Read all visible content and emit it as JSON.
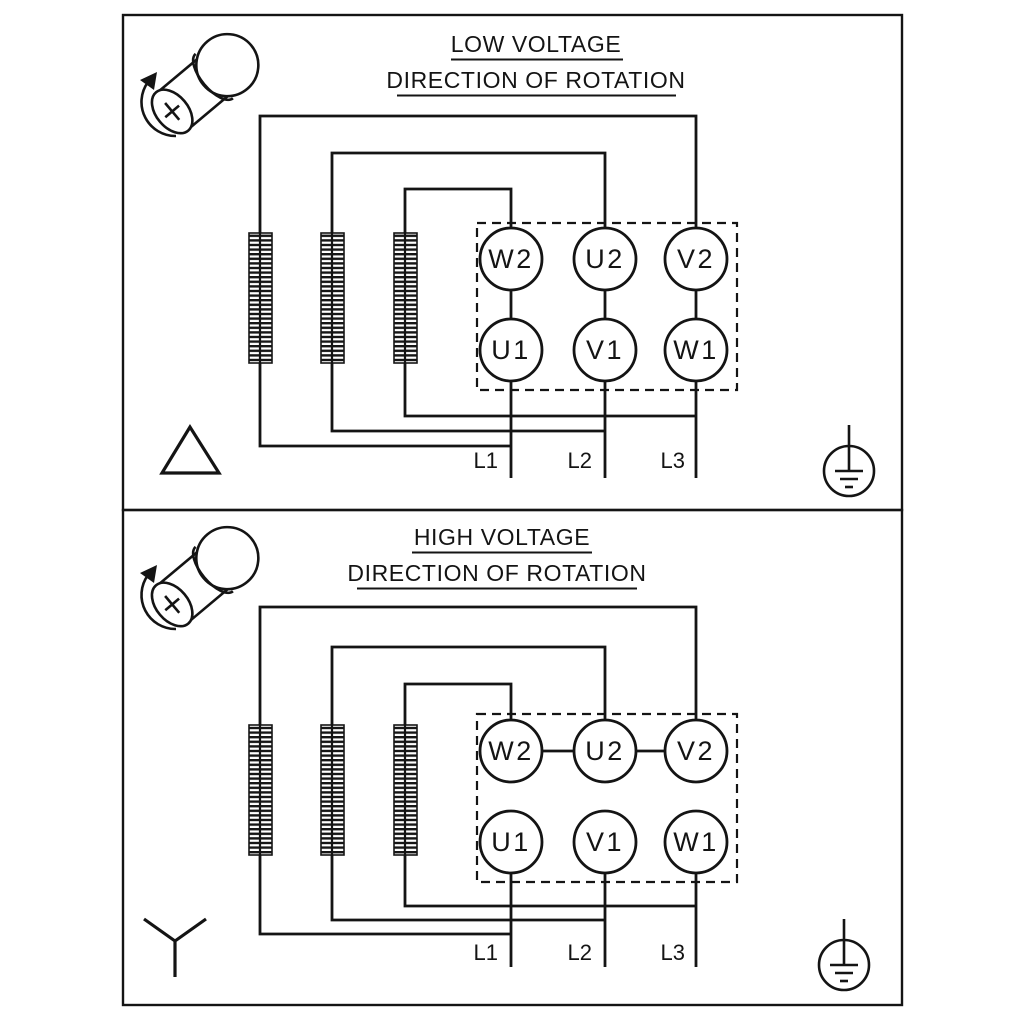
{
  "figure": {
    "type": "motor-wiring-diagram",
    "background": "#ffffff",
    "line_color": "#141414"
  },
  "panels": [
    {
      "name": "low-voltage",
      "title": "LOW VOLTAGE",
      "subtitle": "DIRECTION OF ROTATION",
      "connection": "delta",
      "terminals_top": [
        "W2",
        "U2",
        "V2"
      ],
      "terminals_bottom": [
        "U1",
        "V1",
        "W1"
      ],
      "supply_lines": [
        "L1",
        "L2",
        "L3"
      ],
      "icons": {
        "rotation": "motor-rotation-icon",
        "connection": "delta-symbol",
        "ground": "earth-ground-icon"
      }
    },
    {
      "name": "high-voltage",
      "title": "HIGH VOLTAGE",
      "subtitle": "DIRECTION OF ROTATION",
      "connection": "star",
      "terminals_top": [
        "W2",
        "U2",
        "V2"
      ],
      "terminals_bottom": [
        "U1",
        "V1",
        "W1"
      ],
      "supply_lines": [
        "L1",
        "L2",
        "L3"
      ],
      "icons": {
        "rotation": "motor-rotation-icon",
        "connection": "star-symbol",
        "ground": "earth-ground-icon"
      }
    }
  ]
}
